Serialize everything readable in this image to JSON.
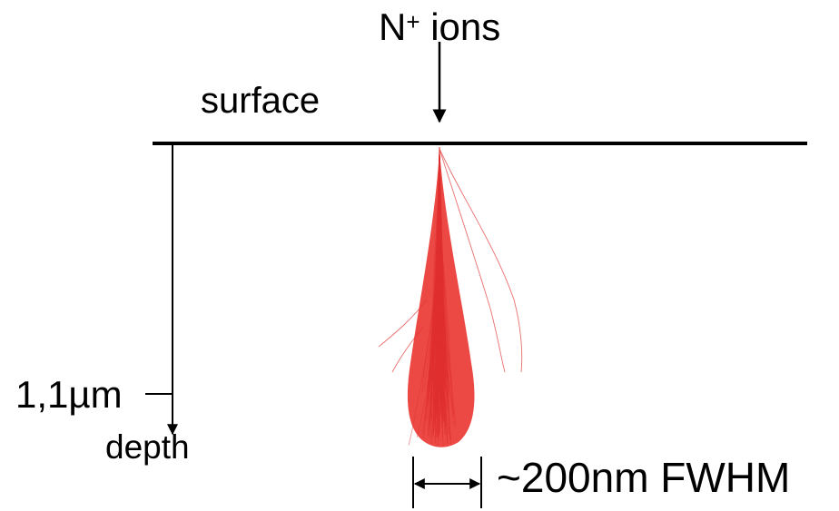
{
  "labels": {
    "ions_base": "N",
    "ions_superscript": "+",
    "ions_word": " ions",
    "surface": "surface",
    "depth_value": "1,1µm",
    "depth": "depth",
    "beam_width": "~200nm FWHM"
  },
  "colors": {
    "ion_tracks": "#e03030",
    "ion_core": "#e8211c",
    "lines": "#000000"
  }
}
